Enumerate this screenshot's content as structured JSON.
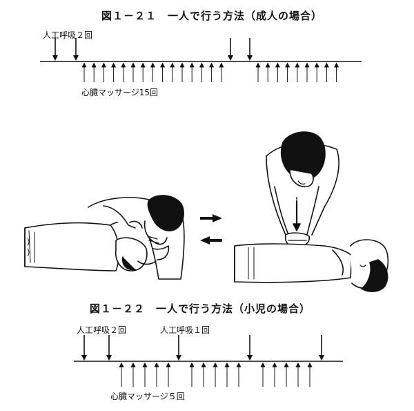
{
  "fig1": {
    "title": "図１－２１　一人で行う方法（成人の場合）",
    "breath_label": "人工呼吸２回",
    "compression_label": "心臓マッサージ15回"
  },
  "fig2": {
    "title": "図１－２２　一人で行う方法（小児の場合）",
    "breath_label_a": "人工呼吸２回",
    "breath_label_b": "人工呼吸１回",
    "compression_label": "心臓マッサージ５回"
  },
  "illustration": {
    "arrow_right": "right-arrow-icon",
    "arrow_left": "left-arrow-icon"
  }
}
